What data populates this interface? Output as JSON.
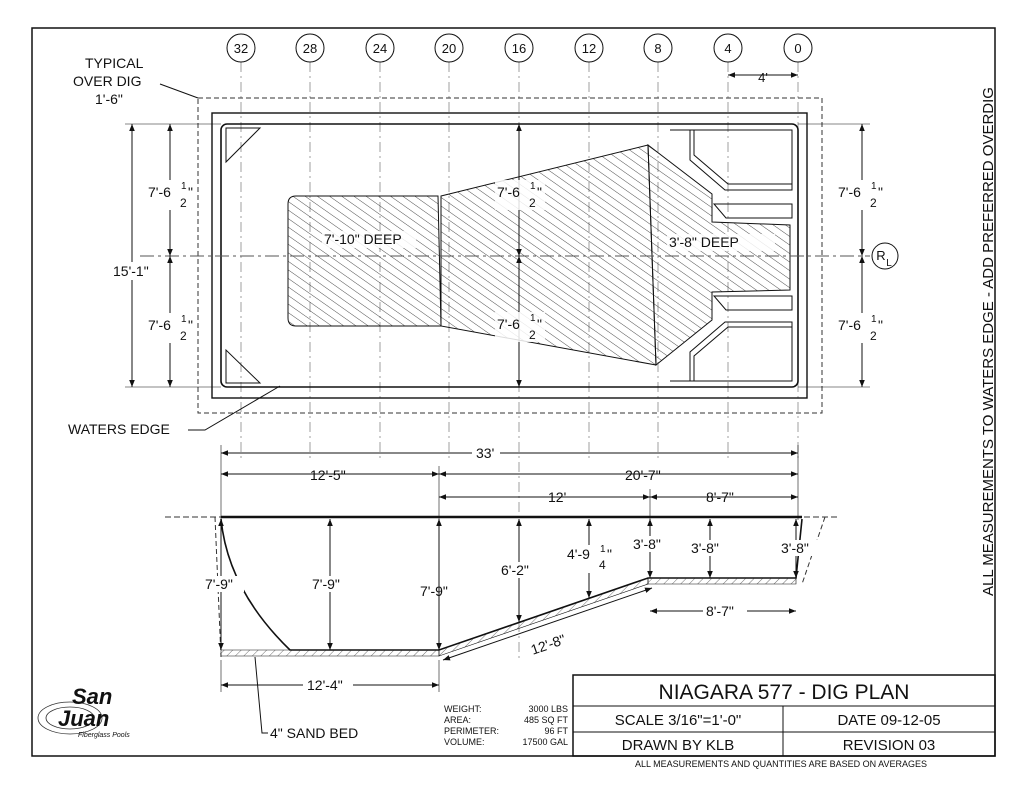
{
  "grid_labels": [
    "32",
    "28",
    "24",
    "20",
    "16",
    "12",
    "8",
    "4",
    "0"
  ],
  "plan": {
    "over_dig_label": [
      "TYPICAL",
      "OVER DIG"
    ],
    "over_dig_dim": "1'-6\"",
    "top_dim": "4'",
    "left_upper": "7'-6",
    "left_lower": "7'-6",
    "total_width": "15'-1\"",
    "deep_label": "7'-10\" DEEP",
    "shallow_label": "3'-8\" DEEP",
    "mid_upper": "7'-6",
    "mid_lower": "7'-6",
    "right_upper": "7'-6",
    "right_lower": "7'-6",
    "frac_num": "1",
    "frac_den": "2",
    "frac_close": "\"",
    "cl_symbol_r": "R",
    "cl_symbol_l": "L",
    "waters_edge": "WATERS EDGE"
  },
  "section": {
    "total_length": "33'",
    "left_run": "12'-5\"",
    "right_run": "20'-7\"",
    "slope_run": "12'",
    "shallow_run": "8'-7\"",
    "depth_left": "7'-9\"",
    "depth_mid": "7'-9\"",
    "depth_break": "7'-9\"",
    "depth_slope": "6'-2\"",
    "depth_quarter": "4'-9",
    "quarter_num": "1",
    "quarter_den": "4",
    "depth_shallow1": "3'-8\"",
    "depth_shallow2": "3'-8\"",
    "depth_shallow3": "3'-8\"",
    "slope_length": "12'-8\"",
    "shallow_floor": "8'-7\"",
    "floor_length": "12'-4\"",
    "sand_bed": "4\" SAND BED"
  },
  "side_note": "ALL MEASUREMENTS TO WATERS EDGE - ADD PREFERRED OVERDIG",
  "specs": [
    {
      "label": "WEIGHT:",
      "value": "3000 LBS"
    },
    {
      "label": "AREA:",
      "value": "485 SQ FT"
    },
    {
      "label": "PERIMETER:",
      "value": "96 FT"
    },
    {
      "label": "VOLUME:",
      "value": "17500 GAL"
    }
  ],
  "title_block": {
    "title": "NIAGARA 577 - DIG PLAN",
    "scale": "SCALE 3/16\"=1'-0\"",
    "date": "DATE 09-12-05",
    "drawn_by": "DRAWN BY KLB",
    "revision": "REVISION 03",
    "footnote": "ALL MEASUREMENTS AND QUANTITIES ARE BASED ON AVERAGES"
  },
  "logo": {
    "line1": "San",
    "line2": "Juan",
    "tagline": "Fiberglass Pools"
  }
}
